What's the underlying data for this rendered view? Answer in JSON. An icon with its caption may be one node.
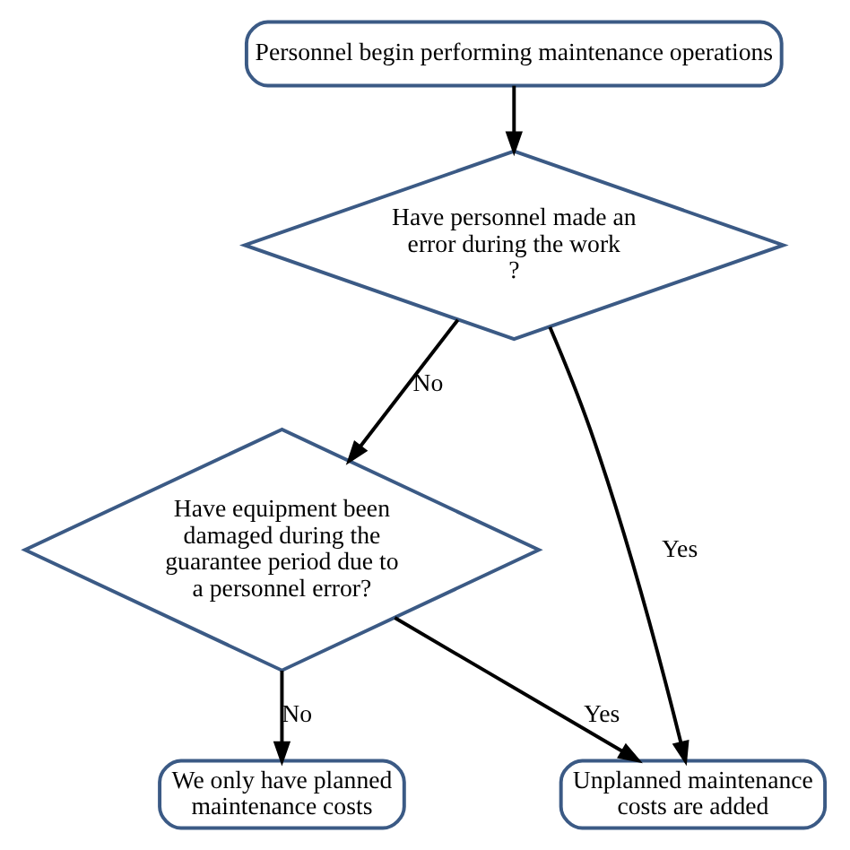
{
  "diagram": {
    "nodes": [
      {
        "text": [
          "Personnel begin performing maintenance operations"
        ]
      },
      {
        "text": [
          "Have personnel made an error during the work ?"
        ]
      },
      {
        "text": [
          "Have equipment been damaged during the guarantee period due to a personnel error?"
        ]
      },
      {
        "text": [
          "We only have planned maintenance costs"
        ]
      },
      {
        "text": [
          "Unplanned maintenance costs are added"
        ]
      }
    ],
    "edges": [
      {
        "from": 0,
        "to": 1,
        "arrow": "to"
      },
      {
        "from": 1,
        "to": 4,
        "arrow": "to",
        "label": "Yes"
      },
      {
        "from": 1,
        "to": 2,
        "arrow": "to",
        "label": "No"
      },
      {
        "from": 2,
        "to": 4,
        "arrow": "to",
        "label": "Yes"
      },
      {
        "from": 2,
        "to": 3,
        "arrow": "to",
        "label": "No"
      }
    ]
  }
}
